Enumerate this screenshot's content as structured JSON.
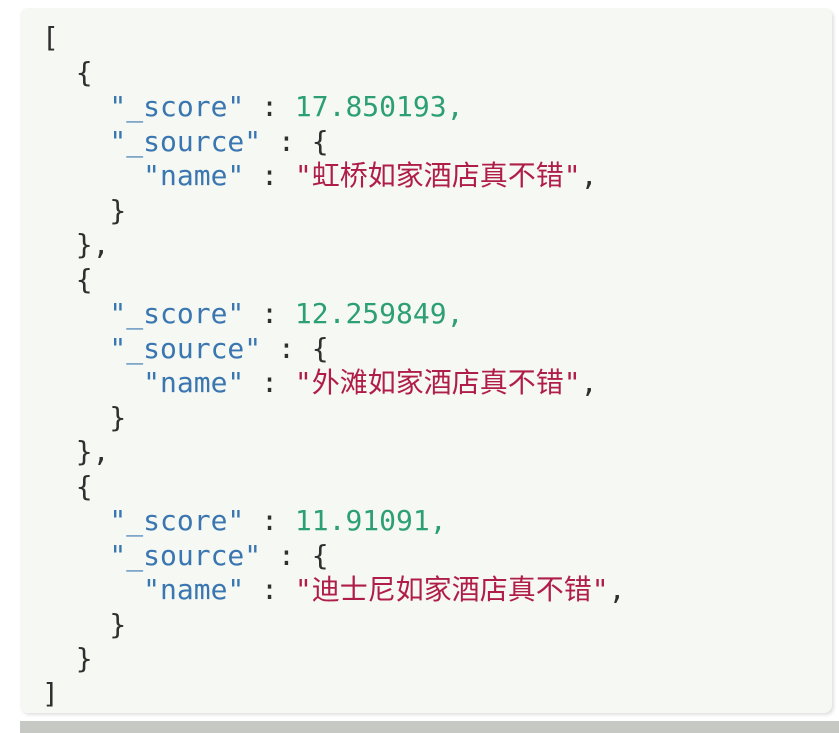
{
  "panel": {
    "language": "json",
    "description": "Elasticsearch-style search results list",
    "results": [
      {
        "_score": "17.850193",
        "_source": {
          "name": "虹桥如家酒店真不错"
        }
      },
      {
        "_score": "12.259849",
        "_source": {
          "name": "外滩如家酒店真不错"
        }
      },
      {
        "_score": "11.91091",
        "_source": {
          "name": "迪士尼如家酒店真不错"
        }
      }
    ],
    "lines": [
      [
        [
          "p",
          "["
        ]
      ],
      [
        [
          "p",
          "  {"
        ]
      ],
      [
        [
          "k",
          "    \"_score\""
        ],
        [
          "p",
          " : "
        ],
        [
          "n",
          "17.850193,"
        ]
      ],
      [
        [
          "k",
          "    \"_source\""
        ],
        [
          "p",
          " : {"
        ]
      ],
      [
        [
          "k",
          "      \"name\""
        ],
        [
          "p",
          " : "
        ],
        [
          "s",
          "\"虹桥如家酒店真不错\""
        ],
        [
          "p",
          ","
        ]
      ],
      [
        [
          "p",
          "    }"
        ]
      ],
      [
        [
          "p",
          "  },"
        ]
      ],
      [
        [
          "p",
          "  {"
        ]
      ],
      [
        [
          "k",
          "    \"_score\""
        ],
        [
          "p",
          " : "
        ],
        [
          "n",
          "12.259849,"
        ]
      ],
      [
        [
          "k",
          "    \"_source\""
        ],
        [
          "p",
          " : {"
        ]
      ],
      [
        [
          "k",
          "      \"name\""
        ],
        [
          "p",
          " : "
        ],
        [
          "s",
          "\"外滩如家酒店真不错\""
        ],
        [
          "p",
          ","
        ]
      ],
      [
        [
          "p",
          "    }"
        ]
      ],
      [
        [
          "p",
          "  },"
        ]
      ],
      [
        [
          "p",
          "  {"
        ]
      ],
      [
        [
          "k",
          "    \"_score\""
        ],
        [
          "p",
          " : "
        ],
        [
          "n",
          "11.91091,"
        ]
      ],
      [
        [
          "k",
          "    \"_source\""
        ],
        [
          "p",
          " : {"
        ]
      ],
      [
        [
          "k",
          "      \"name\""
        ],
        [
          "p",
          " : "
        ],
        [
          "s",
          "\"迪士尼如家酒店真不错\""
        ],
        [
          "p",
          ","
        ]
      ],
      [
        [
          "p",
          "    }"
        ]
      ],
      [
        [
          "p",
          "  }"
        ]
      ],
      [
        [
          "p",
          "]"
        ]
      ]
    ]
  },
  "colors": {
    "key": "#3a76b0",
    "number": "#2da073",
    "string": "#b01e48",
    "punctuation": "#2f2f2f",
    "panel_background": "#f6f8f3",
    "page_background": "#ffffff",
    "bottom_shadow": "#c5c8c3"
  }
}
